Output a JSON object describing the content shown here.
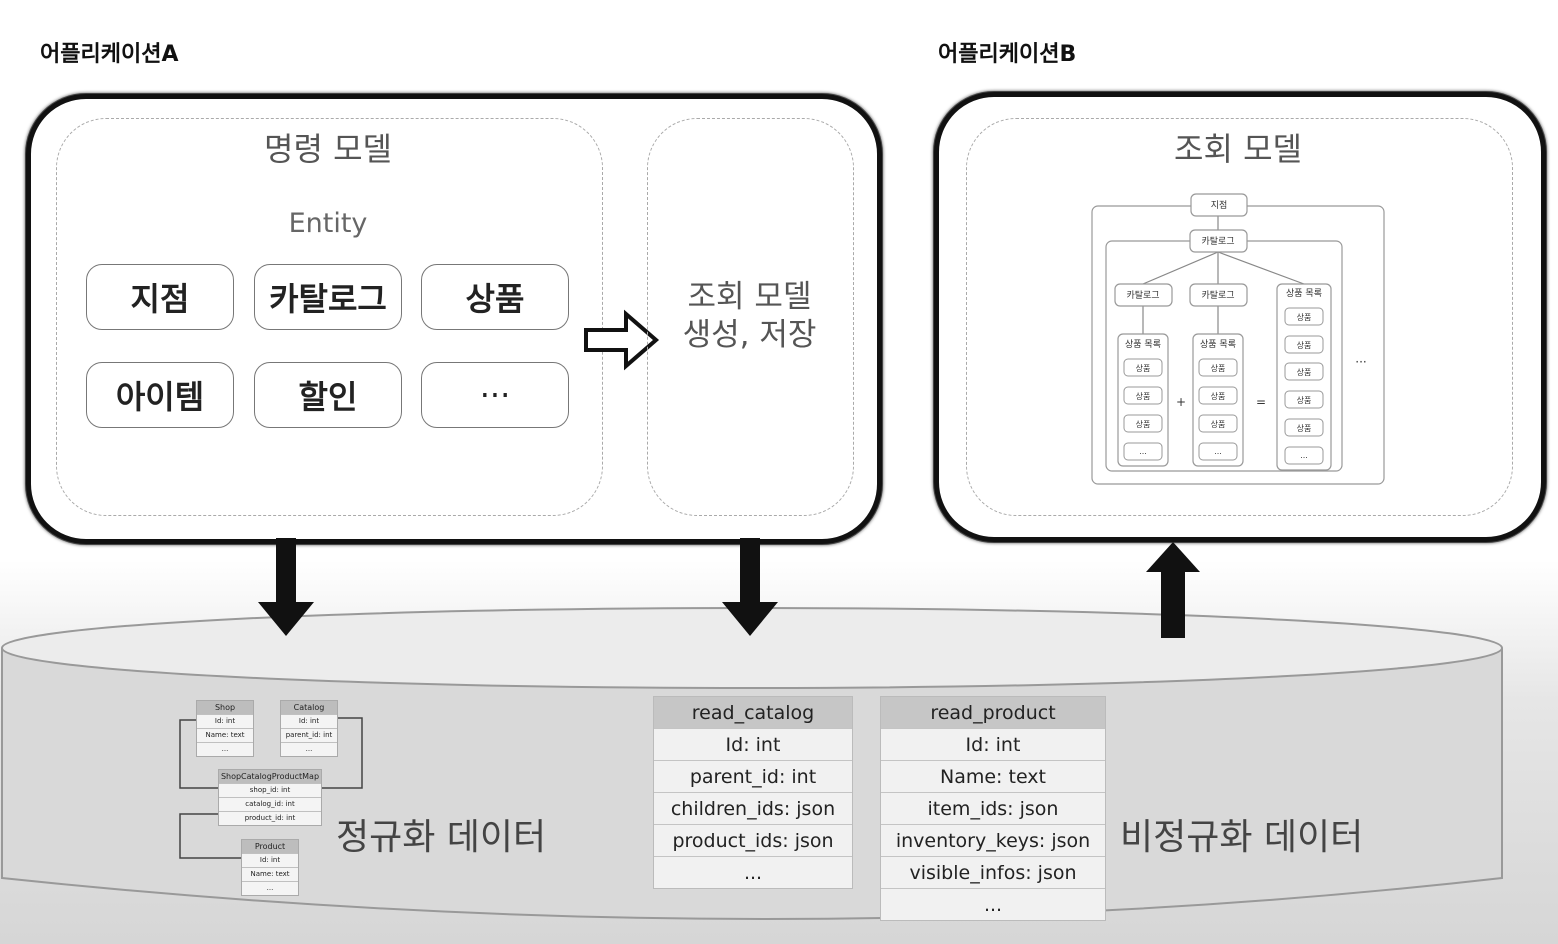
{
  "app_a": {
    "title": "어플리케이션A",
    "command_model": {
      "title": "명령 모델",
      "entity_label": "Entity",
      "entities": [
        "지점",
        "카탈로그",
        "상품",
        "아이템",
        "할인",
        "···"
      ]
    },
    "generate_text": [
      "조회 모델",
      "생성, 저장"
    ]
  },
  "app_b": {
    "title": "어플리케이션B",
    "query_model": {
      "title": "조회 모델",
      "tree": {
        "root": "지점",
        "catalog": "카탈로그",
        "sub_catalogs": [
          "카탈로그",
          "카탈로그"
        ],
        "product_list": "상품 목록",
        "product": "상품",
        "ellipsis": "...",
        "plus": "+",
        "equals": "=",
        "outer_ellipsis": "···"
      }
    }
  },
  "database": {
    "normalized_label": "정규화 데이터",
    "denormalized_label": "비정규화 데이터",
    "erd": {
      "shop": {
        "name": "Shop",
        "rows": [
          "Id: int",
          "Name: text",
          "..."
        ]
      },
      "catalog": {
        "name": "Catalog",
        "rows": [
          "Id: int",
          "parent_id: int",
          "..."
        ]
      },
      "map": {
        "name": "ShopCatalogProductMap",
        "rows": [
          "shop_id: int",
          "catalog_id: int",
          "product_id: int"
        ]
      },
      "product": {
        "name": "Product",
        "rows": [
          "Id: int",
          "Name: text",
          "..."
        ]
      }
    },
    "read_catalog": {
      "name": "read_catalog",
      "rows": [
        "Id: int",
        "parent_id: int",
        "children_ids: json",
        "product_ids: json",
        "..."
      ]
    },
    "read_product": {
      "name": "read_product",
      "rows": [
        "Id: int",
        "Name: text",
        "item_ids: json",
        "inventory_keys: json",
        "visible_infos: json",
        "..."
      ]
    }
  }
}
